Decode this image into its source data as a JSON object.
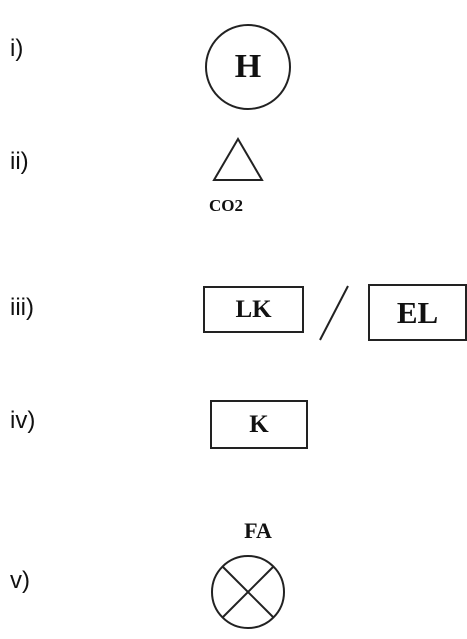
{
  "items": [
    {
      "label": "i)",
      "symbol": "circle",
      "text": "H"
    },
    {
      "label": "ii)",
      "symbol": "triangle",
      "text": "CO2"
    },
    {
      "label": "iii)",
      "symbol": "rectangles",
      "text_left": "LK",
      "separator": "/",
      "text_right": "EL"
    },
    {
      "label": "iv)",
      "symbol": "rectangle",
      "text": "K"
    },
    {
      "label": "v)",
      "symbol": "crossed-circle",
      "text": "FA"
    }
  ]
}
